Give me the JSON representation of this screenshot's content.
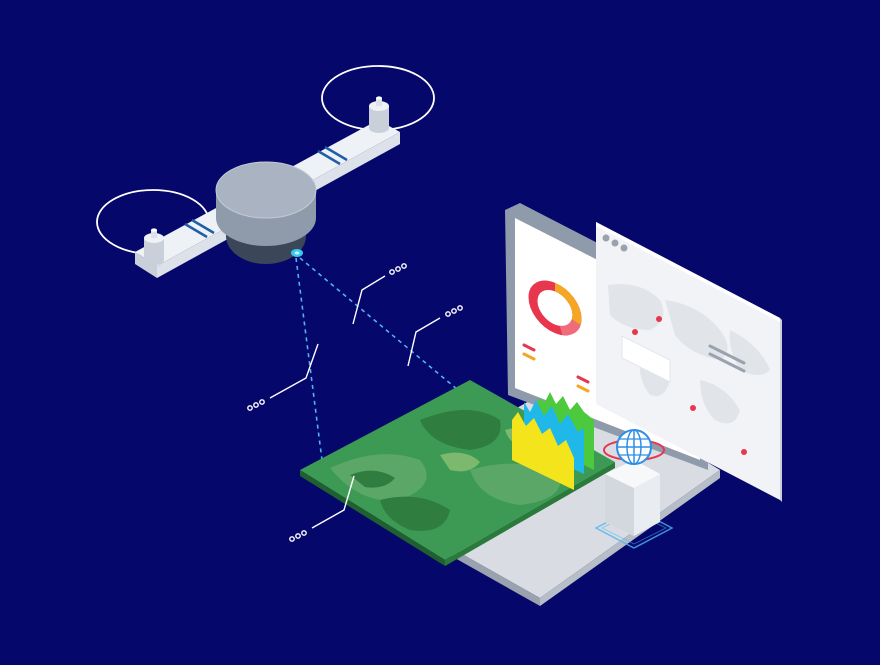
{
  "scene": {
    "background": "#05076b",
    "accent_line": "#4fb3f0",
    "annotation_line": "#ffffff"
  },
  "drone": {
    "body_color": "#a9b3c2",
    "arm_color": "#eef1f5",
    "camera_lens": "#39c7f0",
    "icons": [
      "propeller-guard-icon",
      "motor-icon",
      "camera-icon"
    ]
  },
  "terrain_map": {
    "palette": [
      "#2f7d3f",
      "#3d9a54",
      "#5aa767",
      "#7cb86e"
    ]
  },
  "dashboard": {
    "donut_chart": {
      "segments": [
        {
          "fraction": 0.55,
          "color": "#e8364f"
        },
        {
          "fraction": 0.2,
          "color": "#f5a623"
        },
        {
          "fraction": 0.25,
          "color": "#f06c7a"
        }
      ]
    },
    "map_markers_color": "#e8364f"
  },
  "data_ribbons": {
    "colors": [
      "#f4e41c",
      "#1fb8e8",
      "#4cc93c"
    ]
  },
  "server": {
    "globe_icon_color": "#2e8ee6",
    "orbit_color": "#e8364f"
  }
}
